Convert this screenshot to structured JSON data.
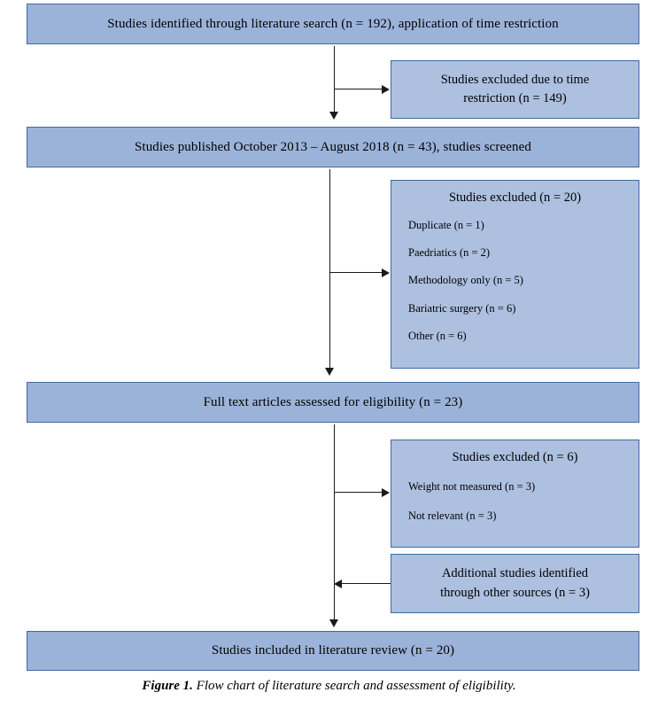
{
  "figure": {
    "caption_label": "Figure 1.",
    "caption_text": "Flow chart of literature search and assessment of eligibility."
  },
  "colors": {
    "main_box_fill": "#9cb3d9",
    "side_box_fill": "#adc0e0",
    "box_border": "#41699c",
    "connector": "#1a1a1a",
    "page_background": "#ffffff",
    "text": "#000000"
  },
  "chart_data": {
    "type": "diagram",
    "diagram_kind": "prisma-flow-chart",
    "title": "Flow chart of literature search and assessment of eligibility",
    "nodes": [
      {
        "id": "identified",
        "kind": "main",
        "label": "Studies identified through literature search (n = 192), application of time restriction",
        "n": 192
      },
      {
        "id": "excluded_time",
        "kind": "side",
        "label": "Studies excluded due to time restriction (n = 149)",
        "lines": [
          "Studies excluded due to time",
          "restriction (n = 149)"
        ],
        "n": 149
      },
      {
        "id": "published",
        "kind": "main",
        "label": "Studies published October 2013 – August 2018 (n = 43), studies screened",
        "n": 43
      },
      {
        "id": "excluded_screening",
        "kind": "side",
        "title": "Studies excluded (n = 20)",
        "n": 20,
        "items": [
          "Duplicate (n = 1)",
          "Paedriatics (n = 2)",
          "Methodology only (n = 5)",
          "Bariatric surgery (n = 6)",
          "Other (n = 6)"
        ]
      },
      {
        "id": "fulltext",
        "kind": "main",
        "label": "Full text articles assessed for eligibility (n = 23)",
        "n": 23
      },
      {
        "id": "excluded_fulltext",
        "kind": "side",
        "title": "Studies excluded (n = 6)",
        "n": 6,
        "items": [
          "Weight not measured (n = 3)",
          "Not relevant (n = 3)"
        ]
      },
      {
        "id": "additional",
        "kind": "side",
        "label": "Additional studies identified through other sources (n = 3)",
        "lines": [
          "Additional studies identified",
          "through other sources (n = 3)"
        ],
        "n": 3
      },
      {
        "id": "included",
        "kind": "main",
        "label": "Studies included in literature review (n = 20)",
        "n": 20
      }
    ],
    "edges": [
      {
        "from": "identified",
        "to": "published",
        "direction": "down"
      },
      {
        "from": "identified",
        "to": "excluded_time",
        "direction": "right"
      },
      {
        "from": "published",
        "to": "fulltext",
        "direction": "down"
      },
      {
        "from": "published",
        "to": "excluded_screening",
        "direction": "right"
      },
      {
        "from": "fulltext",
        "to": "included",
        "direction": "down"
      },
      {
        "from": "fulltext",
        "to": "excluded_fulltext",
        "direction": "right"
      },
      {
        "from": "additional",
        "to": "included",
        "direction": "left"
      }
    ]
  }
}
